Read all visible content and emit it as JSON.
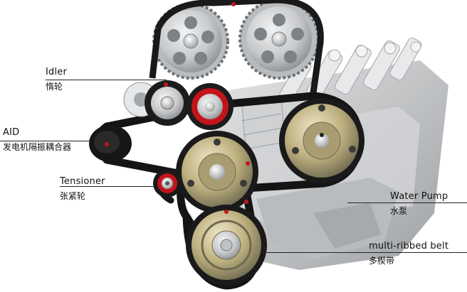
{
  "labels": {
    "idler": {
      "en": "Idler",
      "zh": "惰轮"
    },
    "aid": {
      "en": "AID",
      "zh": "发电机隔振耦合器"
    },
    "tensioner": {
      "en": "Tensioner",
      "zh": "张紧轮"
    },
    "water_pump": {
      "en": "Water Pump",
      "zh": "水泵"
    },
    "belt": {
      "en": "multi-ribbed belt",
      "zh": "多楔带"
    }
  },
  "colors": {
    "belt": "#141414",
    "engine_metal": "#c9cbcd",
    "pulley_gold": "#b3a678",
    "accent_red": "#c3141b"
  }
}
